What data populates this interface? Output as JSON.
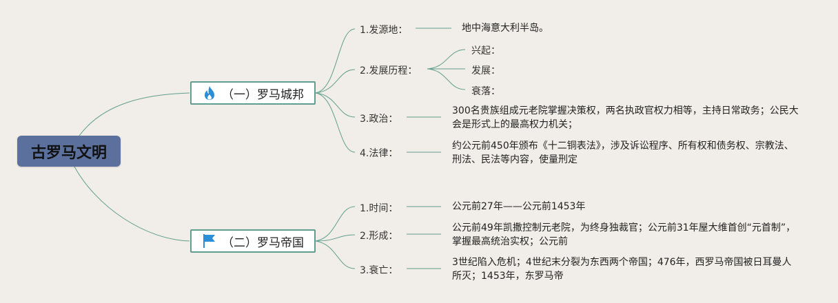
{
  "root": {
    "label": "古罗马文明"
  },
  "branches": [
    {
      "label": "（一）罗马城邦",
      "icon": "fire-icon",
      "topics": [
        {
          "label": "1.发源地：",
          "detail": "地中海意大利半岛。"
        },
        {
          "label": "2.发展历程：",
          "subs": [
            "兴起：",
            "发展：",
            "衰落："
          ]
        },
        {
          "label": "3.政治：",
          "detail": "300名贵族组成元老院掌握决策权，两名执政官权力相等，主持日常政务；公民大会是形式上的最高权力机关；"
        },
        {
          "label": "4.法律：",
          "detail": "约公元前450年颁布《十二铜表法》，涉及诉讼程序、所有权和债务权、宗教法、刑法、民法等内容，使量刑定"
        }
      ]
    },
    {
      "label": "（二）罗马帝国",
      "icon": "flag-icon",
      "topics": [
        {
          "label": "1.时间：",
          "detail": "公元前27年——公元前1453年"
        },
        {
          "label": "2.形成：",
          "detail": "公元前49年凯撒控制元老院，为终身独裁官；公元前31年屋大维首创“元首制”，掌握最高统治实权；公元前"
        },
        {
          "label": "3.衰亡：",
          "detail": "3世纪陷入危机；4世纪末分裂为东西两个帝国；476年，西罗马帝国被日耳曼人所灭；1453年，东罗马帝"
        }
      ]
    }
  ],
  "colors": {
    "line": "#5f9e8e",
    "root_bg": "#5b709d",
    "background": "#f1ede8",
    "fire": "#2a8fd6",
    "flag": "#2a8fd6"
  }
}
